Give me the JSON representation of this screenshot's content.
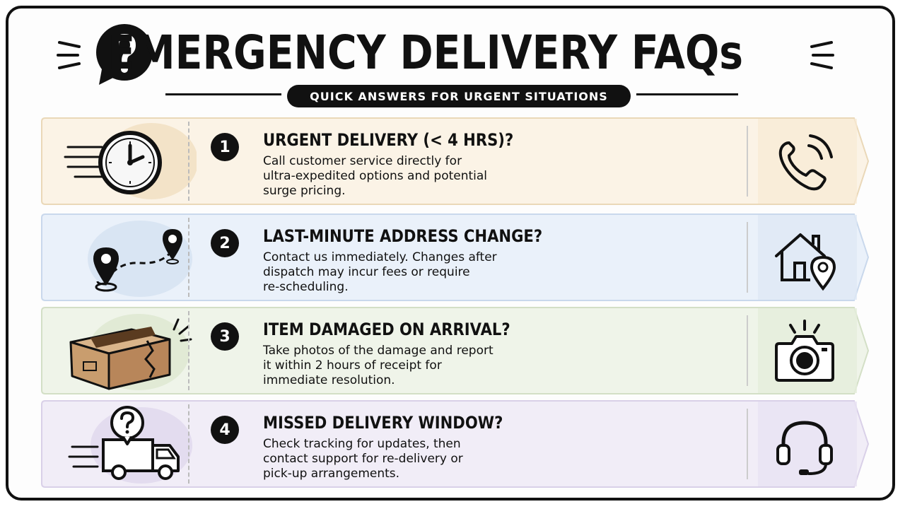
{
  "header": {
    "title": "EMERGENCY DELIVERY FAQs",
    "subtitle": "QUICK ANSWERS FOR URGENT SITUATIONS",
    "icon": "question-chat-icon"
  },
  "faqs": [
    {
      "number": "1",
      "question": "URGENT DELIVERY (< 4 HRS)?",
      "answer_lines": [
        "Call customer service directly for",
        "ultra-expedited options and potential",
        "surge pricing."
      ],
      "illustration": "clock-icon",
      "action_icon": "phone-icon",
      "tint": "#fbf3e6"
    },
    {
      "number": "2",
      "question": "LAST-MINUTE ADDRESS CHANGE?",
      "answer_lines": [
        "Contact us immediately. Changes after",
        "dispatch may incur fees or require",
        "re-scheduling."
      ],
      "illustration": "route-pins-icon",
      "action_icon": "house-pin-icon",
      "tint": "#eaf1fa"
    },
    {
      "number": "3",
      "question": "ITEM DAMAGED ON ARRIVAL?",
      "answer_lines": [
        "Take photos of the damage and report",
        "it within 2 hours of receipt for",
        "immediate resolution."
      ],
      "illustration": "damaged-box-icon",
      "action_icon": "camera-icon",
      "tint": "#eff4e9"
    },
    {
      "number": "4",
      "question": "MISSED DELIVERY WINDOW?",
      "answer_lines": [
        "Check tracking for updates, then",
        "contact support for re-delivery or",
        "pick-up arrangements."
      ],
      "illustration": "truck-question-icon",
      "action_icon": "headset-icon",
      "tint": "#f1edf7"
    }
  ]
}
